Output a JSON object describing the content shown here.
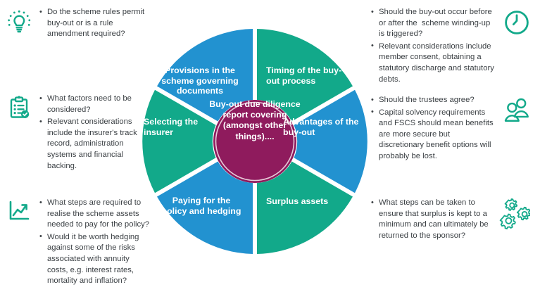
{
  "colors": {
    "blue": "#2292d0",
    "teal": "#12a98a",
    "magenta": "#8f1b5d",
    "text": "#3c4145",
    "white": "#ffffff"
  },
  "hub": {
    "text": "Buy-out due diligence report covering (amongst other things)...."
  },
  "wheel": {
    "segments": [
      {
        "key": "provisions",
        "label": "Provisions in the scheme governing documents",
        "color": "#2292d0"
      },
      {
        "key": "timing",
        "label": "Timing of the buy-out process",
        "color": "#12a98a"
      },
      {
        "key": "advantages",
        "label": "Advantages of the buy-out",
        "color": "#2292d0"
      },
      {
        "key": "surplus",
        "label": "Surplus assets",
        "color": "#12a98a"
      },
      {
        "key": "paying",
        "label": "Paying for the policy and hedging",
        "color": "#2292d0"
      },
      {
        "key": "selecting",
        "label": "Selecting the insurer",
        "color": "#12a98a"
      }
    ]
  },
  "notes": {
    "rules": {
      "icon": "lightbulb-icon",
      "items": [
        "Do the scheme rules permit buy-out or is a rule amendment required?"
      ]
    },
    "factors": {
      "icon": "clipboard-check-icon",
      "items": [
        "What factors need to be considered?",
        "Relevant considerations include the insurer's track record, administration systems and financial backing."
      ]
    },
    "assets": {
      "icon": "line-chart-icon",
      "items": [
        "What steps are required to realise the scheme assets needed to pay for the policy?",
        "Would it be worth hedging against some of the risks associated with annuity costs, e.g. interest rates, mortality and inflation?"
      ]
    },
    "timing": {
      "icon": "clock-icon",
      "items": [
        "Should the buy-out occur before or after the  scheme winding-up is triggered?",
        "Relevant considerations include member consent, obtaining a statutory discharge and statutory debts."
      ]
    },
    "trustees": {
      "icon": "users-icon",
      "items": [
        "Should the trustees agree?",
        "Capital solvency requirements and FSCS should mean benefits are more secure but discretionary benefit options will probably be lost."
      ]
    },
    "surplus": {
      "icon": "gears-icon",
      "items": [
        "What steps can be taken to ensure that surplus is kept to a minimum and can ultimately be returned to the sponsor?"
      ]
    }
  }
}
